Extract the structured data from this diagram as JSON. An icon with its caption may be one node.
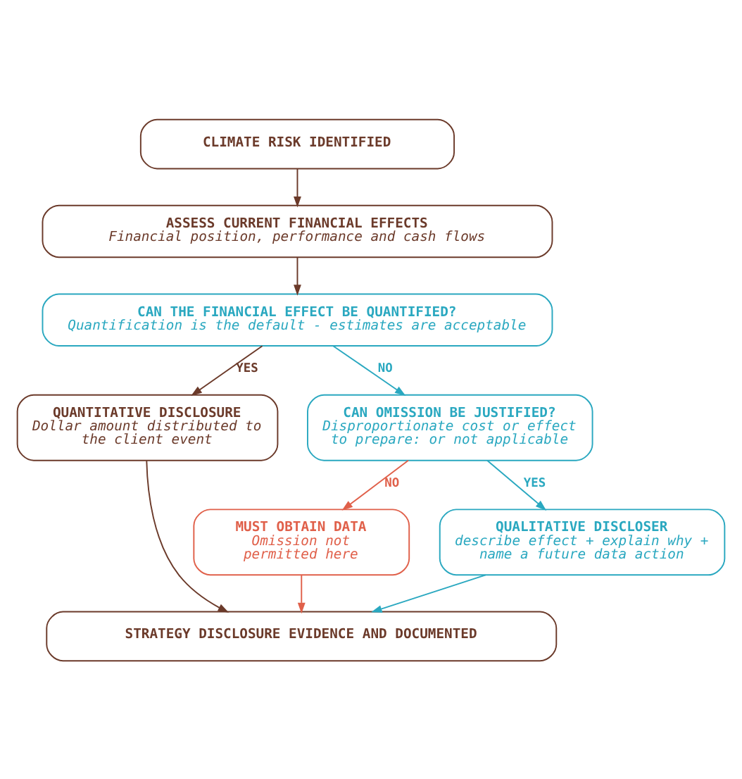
{
  "diagram": {
    "nodes": [
      {
        "text": [
          "CLIMATE RISK IDENTIFIED"
        ]
      },
      {
        "text": [
          "ASSESS CURRENT FINANCIAL EFFECTS",
          "Financial position, performance and cash flows"
        ]
      },
      {
        "text": [
          "CAN THE FINANCIAL EFFECT BE QUANTIFIED?",
          "Quantification is the default - estimates are acceptable"
        ]
      },
      {
        "text": [
          "QUANTITATIVE DISCLOSURE",
          "Dollar amount distributed to the client event"
        ]
      },
      {
        "text": [
          "CAN OMISSION BE JUSTIFIED?",
          "Disproportionate cost or effect to prepare: or not applicable"
        ]
      },
      {
        "text": [
          "MUST OBTAIN DATA",
          "Omission not permitted here"
        ]
      },
      {
        "text": [
          "QUALITATIVE DISCLOSER",
          "describe effect + explain why + name a future data action"
        ]
      },
      {
        "text": [
          "STRATEGY DISCLOSURE EVIDENCE AND DOCUMENTED"
        ]
      }
    ],
    "edges": [
      {
        "from": 0,
        "to": 1,
        "arrow": "to"
      },
      {
        "from": 1,
        "to": 2,
        "arrow": "to"
      },
      {
        "from": 2,
        "to": 3,
        "arrow": "to",
        "label": "YES"
      },
      {
        "from": 2,
        "to": 4,
        "arrow": "to",
        "label": "NO",
        "color": "#2aa8c0"
      },
      {
        "from": 4,
        "to": 5,
        "arrow": "to",
        "label": "NO",
        "color": "#e0604a"
      },
      {
        "from": 4,
        "to": 6,
        "arrow": "to",
        "label": "YES",
        "color": "#2aa8c0"
      },
      {
        "from": 3,
        "to": 7,
        "arrow": "to"
      },
      {
        "from": 5,
        "to": 7,
        "arrow": "to",
        "color": "#e0604a"
      },
      {
        "from": 6,
        "to": 7,
        "arrow": "to",
        "color": "#2aa8c0"
      }
    ]
  }
}
